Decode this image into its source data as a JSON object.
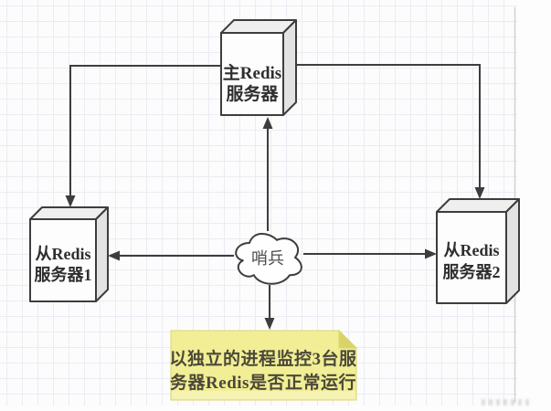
{
  "nodes": {
    "master": {
      "line1": "主Redis",
      "line2": "服务器"
    },
    "slave1": {
      "line1": "从Redis",
      "line2": "服务器1"
    },
    "slave2": {
      "line1": "从Redis",
      "line2": "服务器2"
    },
    "sentinel": {
      "label": "哨兵"
    },
    "note": {
      "line1": "以独立的进程监控3台服",
      "line2": "务器Redis是否正常运行"
    }
  },
  "colors": {
    "stroke": "#3d3d3d",
    "box_front": "#fdfdfd",
    "box_top": "#efefef",
    "box_side": "#e3e3e3",
    "cloud_fill": "#fefefe",
    "label_text": "#2e2e2e",
    "sentinel_text": "#4e4e4e",
    "note_bg": "#f1ee95",
    "note_fold": "#d8d468",
    "note_border": "#dbd76f",
    "note_text": "#4b4839",
    "grid_line": "#eaecf3",
    "page_edge": "#c6c6c6"
  }
}
